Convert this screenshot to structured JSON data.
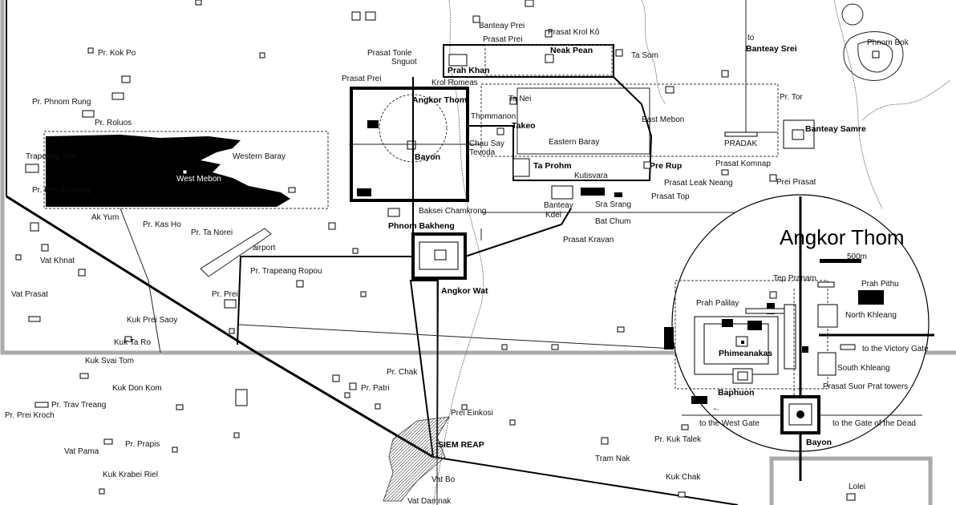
{
  "labels": {
    "pr_kok_po": "Pr. Kok Po",
    "pr_phnom_rung": "Pr. Phnom Rung",
    "pr_roluos": "Pr. Roluos",
    "trapeang_sen": "Trapeang Sen",
    "pr_prei_khmeng": "Pr. Prei Khmeng",
    "western_baray": "Western Baray",
    "west_mebon": "West Mebon",
    "ak_yum": "Ak Yum",
    "pr_kas_ho": "Pr. Kas Ho",
    "pr_ta_norei": "Pr. Ta Norei",
    "vat_khnat": "Vat Khnat",
    "airport": "airport",
    "pr_trapeang_ropou": "Pr. Trapeang Ropou",
    "vat_prasat": "Vat Prasat",
    "pr_prei": "Pr. Prei",
    "kuk_prei_saoy": "Kuk Prei Saoy",
    "kuk_ta_ro": "Kuk Ta Ro",
    "kuk_svai_tom": "Kuk Svai Tom",
    "kuk_don_kom": "Kuk Don Kom",
    "pr_trav_treang": "Pr. Trav Treang",
    "pr_prei_kroch": "Pr. Prei Kroch",
    "pr_prapis": "Pr. Prapis",
    "vat_pama": "Vat Pama",
    "kuk_krabei_riel": "Kuk Krabei Riel",
    "pr_chak": "Pr. Chak",
    "pr_patri": "Pr. Patri",
    "prei_einkosi": "Prei Einkosi",
    "siem_reap": "SIEM REAP",
    "vat_bo": "Vat Bo",
    "vat_damnak": "Vat Damnak",
    "tram_nak": "Tram Nak",
    "pr_kuk_talek": "Pr. Kuk Talek",
    "kuk_chak": "Kuk Chak",
    "lolei": "Lolei",
    "prasat_tonle": "Prasat Tonle",
    "snguot": "Snguot",
    "prasat_prei_a": "Prasat Prei",
    "banteay_prei": "Banteay Prei",
    "prasat_prei_b": "Prasat Prei",
    "prasat_krol_ko": "Prasat Krol Kô",
    "neak_pean": "Neak Pean",
    "ta_som": "Ta Som",
    "prah_khan": "Prah Khan",
    "krol_romeas": "Krol Romeas",
    "angkor_thom_label": "Angkor Thom",
    "ta_nei": "Ta Nei",
    "thommanon": "Thommanon",
    "takeo": "Takeo",
    "chau_say_tevoda_1": "Chau Say",
    "chau_say_tevoda_2": "Tevoda",
    "bayon_map": "Bayon",
    "eastern_baray": "Eastern Baray",
    "east_mebon": "East Mebon",
    "pr_tor": "Pr. Tor",
    "to": "to",
    "banteay_srei": "Banteay Srei",
    "phnom_bok": "Phnom Bok",
    "banteay_samre": "Banteay Samre",
    "pradak": "PRADAK",
    "ta_prohm": "Ta Prohm",
    "kutisvara": "Kutisvara",
    "pre_rup": "Pre Rup",
    "prasat_komnap": "Prasat Komnap",
    "prasat_leak_neang": "Prasat Leak Neang",
    "prei_prasat": "Prei Prasat",
    "prasat_top": "Prasat Top",
    "banteay_kdei_1": "Banteay",
    "banteay_kdei_2": "Kdei",
    "sra_srang": "Sra Srang",
    "bat_chum": "Bat Chum",
    "baksei_chamkrong": "Baksei Chamkrong",
    "phnom_bakheng": "Phnom Bakheng",
    "prasat_kravan": "Prasat Kravan",
    "angkor_wat": "Angkor Wat"
  },
  "inset": {
    "title": "Angkor Thom",
    "scale": "500m",
    "tep_pranam": "Tep Pranam",
    "prah_pithu": "Prah Pithu",
    "prah_palilay": "Prah Palilay",
    "north_khleang": "North Khleang",
    "phimeanakas": "Phimeanakas",
    "to_victory_gate": "to the Victory Gate",
    "south_khleang": "South Khleang",
    "prasat_suor_prat": "Prasat Suor Prat towers",
    "baphuon": "Baphuon",
    "to_west_gate": "to the West Gate",
    "to_gate_of_dead": "to the Gate of the Dead",
    "bayon": "Bayon",
    "arrow_right": "→",
    "arrow_left": "←"
  },
  "colors": {
    "ink": "#000000",
    "background": "#ffffff",
    "border_gray": "#aaaaaa"
  }
}
